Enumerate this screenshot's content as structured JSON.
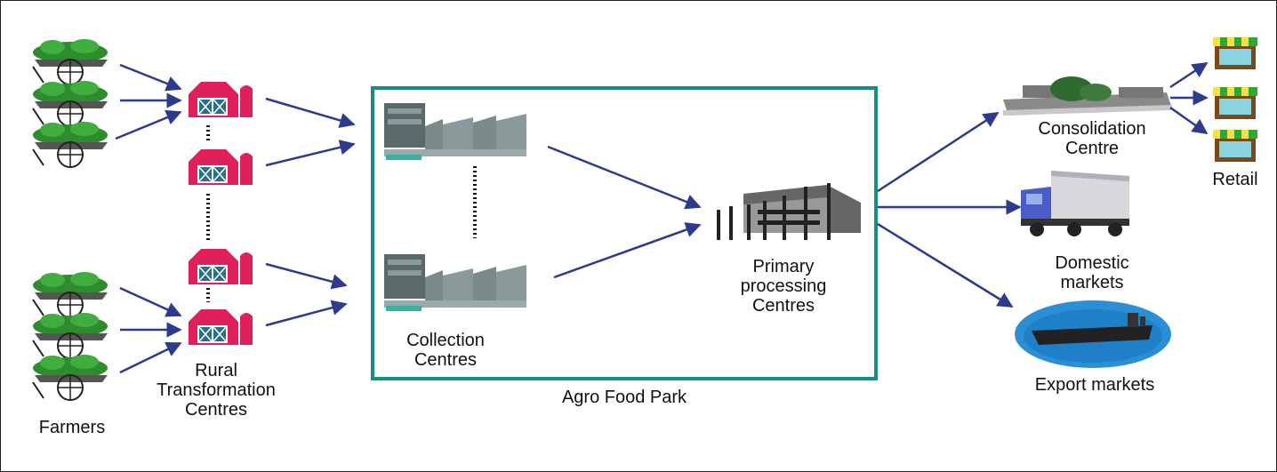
{
  "labels": {
    "farmers": "Farmers",
    "rural_centres": "Rural\nTransformation\nCentres",
    "collection_centres": "Collection\nCentres",
    "agro_food_park": "Agro Food Park",
    "primary_processing": "Primary\nprocessing\nCentres",
    "consolidation_centre": "Consolidation\nCentre",
    "retail": "Retail",
    "domestic_markets": "Domestic\nmarkets",
    "export_markets": "Export markets"
  },
  "colors": {
    "arrow": "#2e3a8c",
    "park_border": "#1a8a87",
    "barn": "#e0205a",
    "awning": "#2ea832",
    "storefront": "#8ad4e0",
    "foliage": "#2e8b2e",
    "ocean": "#2c8fd6",
    "truck_cab": "#4a5cc8"
  },
  "icons": {
    "farmer_cart": "vegetable-cart-icon",
    "barn": "barn-silo-icon",
    "collection": "warehouse-icon",
    "processing": "factory-icon",
    "consolidation": "campus-building-icon",
    "retail": "store-awning-icon",
    "domestic": "truck-icon",
    "export": "ship-icon"
  }
}
